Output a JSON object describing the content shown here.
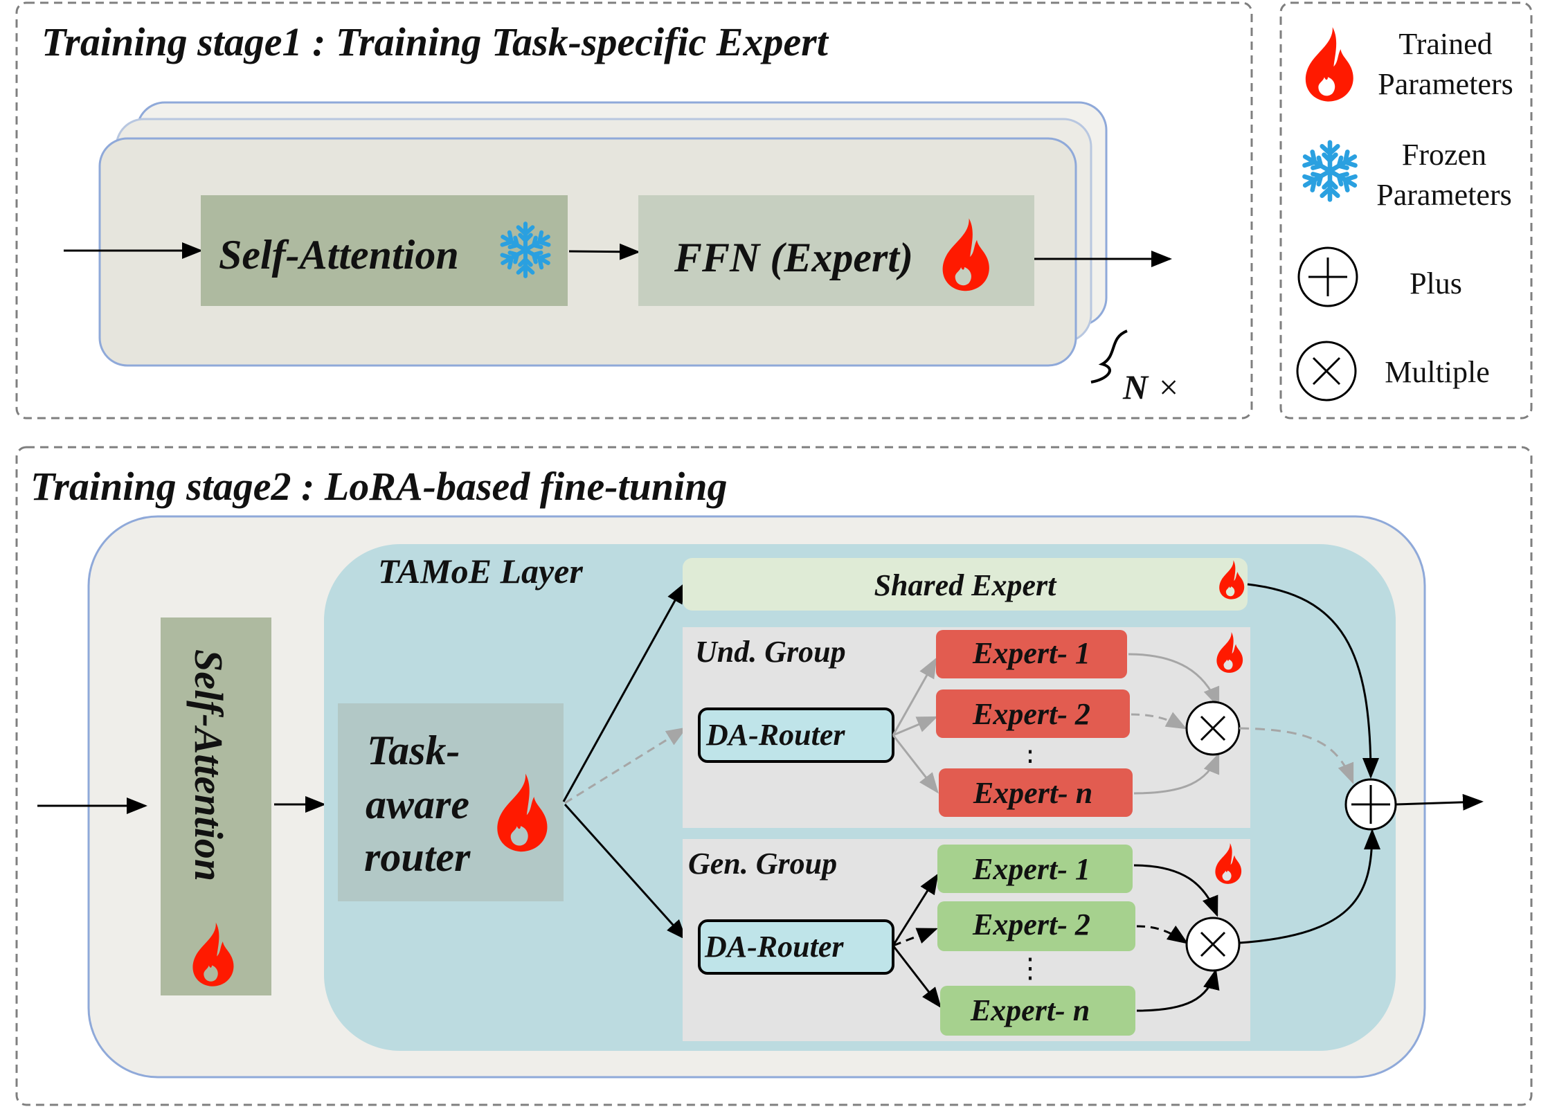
{
  "stage1": {
    "title": "Training stage1 : Training Task-specific Expert",
    "self_attention": "Self-Attention",
    "ffn": "FFN (Expert)",
    "repeat_label": "N",
    "repeat_times": "×"
  },
  "legend": {
    "trained_line1": "Trained",
    "trained_line2": "Parameters",
    "frozen_line1": "Frozen",
    "frozen_line2": "Parameters",
    "plus": "Plus",
    "multiple": "Multiple"
  },
  "stage2": {
    "title": "Training stage2 :  LoRA-based fine-tuning",
    "self_attention": "Self-Attention",
    "tamoe_label": "TAMoE Layer",
    "router_line1": "Task-",
    "router_line2": "aware",
    "router_line3": "router",
    "shared_expert": "Shared Expert",
    "und_group": "Und. Group",
    "gen_group": "Gen. Group",
    "da_router": "DA-Router",
    "expert_1": "Expert- 1",
    "expert_2": "Expert- 2",
    "expert_n": "Expert- n",
    "ellipsis": "⋮"
  },
  "colors": {
    "frame_dash": "#7f7f7f",
    "block_outline": "#8fa9d9",
    "self_attention_fill": "#aebaa0",
    "ffn_fill": "#c6cfc0",
    "tamoe_fill": "#bcdbe0",
    "und_expert_fill": "#e25c50",
    "gen_expert_fill": "#a6d18e",
    "shared_expert_fill": "#dfebd6",
    "da_router_fill": "#bfe4e9",
    "flame": "#ff1a00",
    "snowflake": "#2aa0e0"
  }
}
